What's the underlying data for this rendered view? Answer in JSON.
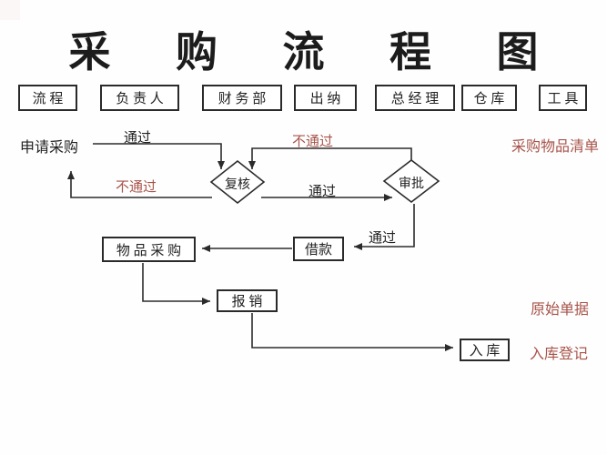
{
  "title": "采 购 流 程 图",
  "colors": {
    "background": "#ffffff",
    "line": "#2b2b2b",
    "text": "#222222",
    "accent_red": "#a8544a"
  },
  "header_boxes": [
    {
      "label": "流 程"
    },
    {
      "label": "负 责 人"
    },
    {
      "label": "财 务 部"
    },
    {
      "label": "出 纳"
    },
    {
      "label": "总 经 理"
    },
    {
      "label": "仓 库"
    },
    {
      "label": "工 具"
    }
  ],
  "nodes": {
    "apply": "申请采购",
    "review": "复核",
    "approve": "审批",
    "purchase": "物 品 采 购",
    "loan": "借款",
    "reimburse": "报 销",
    "warehouse": "入 库"
  },
  "edge_labels": {
    "apply_pass": "通过",
    "review_fail": "不通过",
    "approve_fail": "不通过",
    "review_pass": "通过",
    "approve_pass": "通过"
  },
  "edges": [
    {
      "from": "申请采购",
      "to": "复核",
      "label": "通过"
    },
    {
      "from": "复核",
      "to": "申请采购",
      "label": "不通过"
    },
    {
      "from": "复核",
      "to": "审批",
      "label": "通过"
    },
    {
      "from": "审批",
      "to": "复核",
      "label": "不通过"
    },
    {
      "from": "审批",
      "to": "借款",
      "label": "通过"
    },
    {
      "from": "借款",
      "to": "物品采购",
      "label": ""
    },
    {
      "from": "物品采购",
      "to": "报销",
      "label": ""
    },
    {
      "from": "报销",
      "to": "入库",
      "label": ""
    }
  ],
  "annotations": {
    "purchase_list": "采购物品清单",
    "original_receipts": "原始单据",
    "warehouse_register": "入库登记"
  }
}
